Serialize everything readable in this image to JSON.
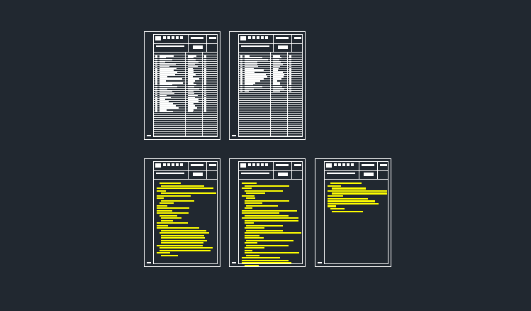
{
  "viewport": {
    "background": "#212830"
  },
  "colors": {
    "frame": "#ffffff",
    "text_table": "#ffffff",
    "text_notes": "#ffff00"
  },
  "sheets": [
    {
      "id": "sheet-1",
      "kind": "table",
      "filled_rows": 28,
      "total_rows": 40
    },
    {
      "id": "sheet-2",
      "kind": "table",
      "filled_rows": 18,
      "total_rows": 40
    },
    {
      "id": "sheet-3",
      "kind": "notes",
      "lines": 30
    },
    {
      "id": "sheet-4",
      "kind": "notes",
      "lines": 34
    },
    {
      "id": "sheet-5",
      "kind": "notes",
      "lines": 12
    }
  ]
}
